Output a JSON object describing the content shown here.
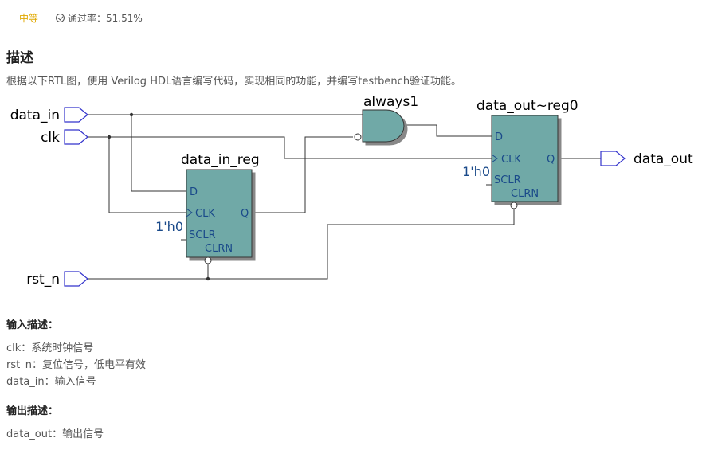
{
  "meta": {
    "difficulty": "中等",
    "pass_rate": "通过率：51.51%"
  },
  "description": {
    "heading": "描述",
    "text": "根据以下RTL图，使用 Verilog HDL语言编写代码，实现相同的功能，并编写testbench验证功能。"
  },
  "diagram": {
    "ports": {
      "data_in": "data_in",
      "clk": "clk",
      "rst_n": "rst_n",
      "data_out": "data_out"
    },
    "gate_label": "always1",
    "reg1": {
      "name": "data_in_reg",
      "d": "D",
      "clk": "CLK",
      "q": "Q",
      "sclr": "SCLR",
      "clrn": "CLRN",
      "const": "1'h0"
    },
    "reg2": {
      "name": "data_out~reg0",
      "d": "D",
      "clk": "CLK",
      "q": "Q",
      "sclr": "SCLR",
      "clrn": "CLRN",
      "const": "1'h0"
    },
    "colors": {
      "block_fill": "#6fa9a7",
      "port_stroke": "#3333cc",
      "wire": "#333333",
      "label": "#1a4a8a"
    }
  },
  "input_desc": {
    "heading": "输入描述：",
    "lines": [
      "clk：系统时钟信号",
      "rst_n：复位信号，低电平有效",
      "data_in：输入信号"
    ]
  },
  "output_desc": {
    "heading": "输出描述：",
    "lines": [
      "data_out：输出信号"
    ]
  }
}
